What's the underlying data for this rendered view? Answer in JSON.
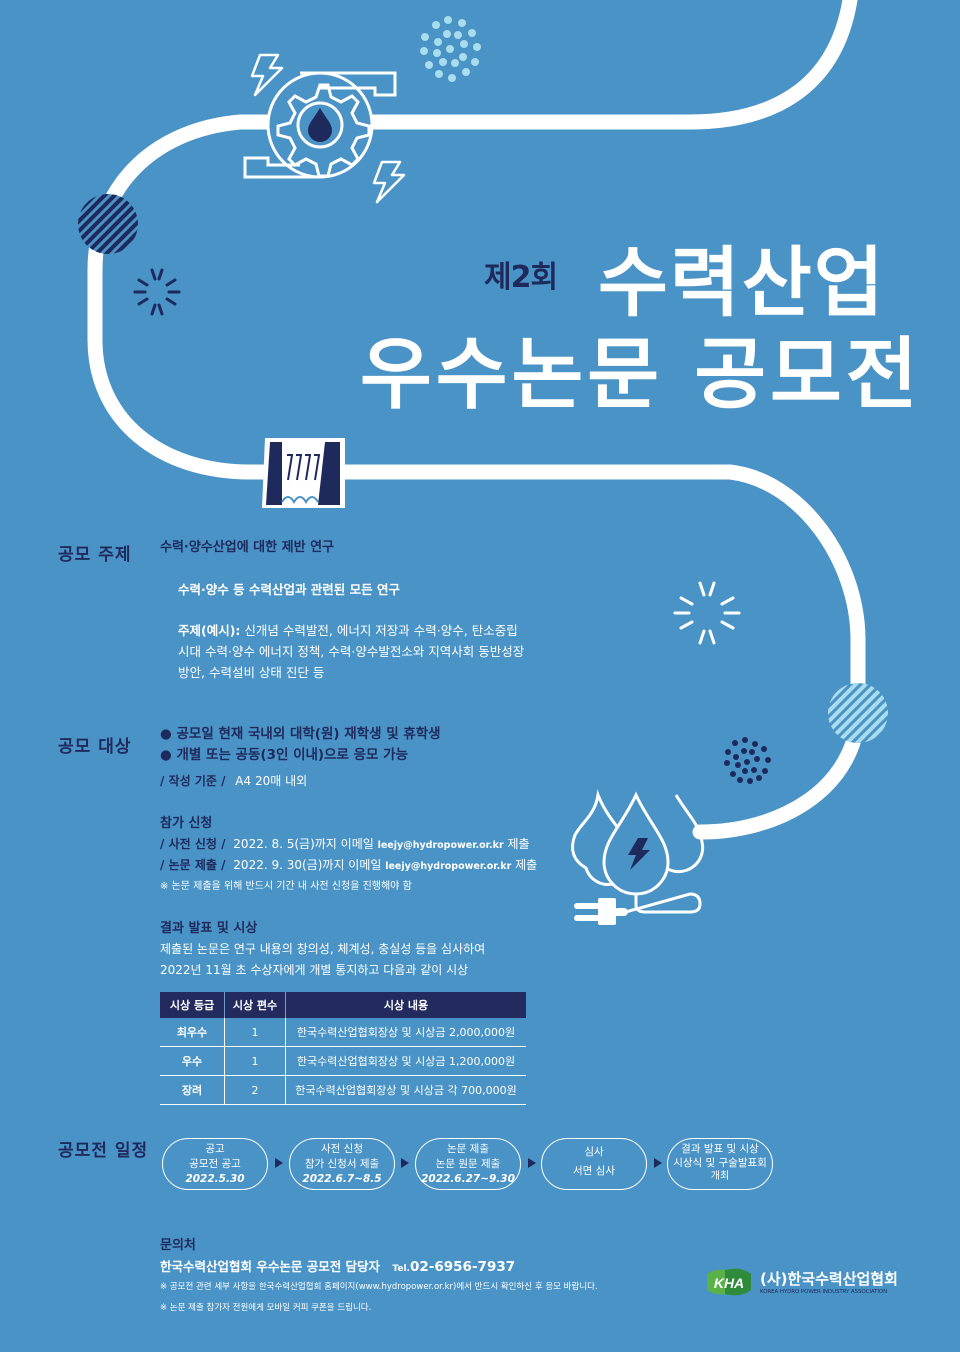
{
  "title": {
    "edition": "제2회",
    "line1": "수력산업",
    "line2": "우수논문 공모전"
  },
  "theme": {
    "background": "#4a93c7",
    "navy": "#1f2a5c",
    "light_cyan": "#a9dcec",
    "white": "#ffffff"
  },
  "topic": {
    "label": "공모 주제",
    "heading": "수력·양수산업에 대한 제반 연구",
    "scope": "수력·양수 등 수력산업과 관련된 모든 연구",
    "examples_label": "주제(예시):",
    "examples_lines": [
      " 신개념 수력발전, 에너지 저장과 수력·양수, 탄소중립",
      "시대 수력·양수 에너지 정책, 수력·양수발전소와 지역사회 동반성장",
      "방안, 수력설비 상태 진단 등"
    ]
  },
  "eligibility": {
    "label": "공모 대상",
    "bullets": [
      "● 공모일 현재 국내외 대학(원) 재학생 및 휴학생",
      "● 개별 또는 공동(3인 이내)으로 응모 가능"
    ],
    "format_label": "/ 작성 기준 /",
    "format_value": "A4 20매 내외"
  },
  "application": {
    "title": "참가 신청",
    "rows": [
      {
        "label": "/ 사전 신청 /",
        "value": "2022. 8. 5(금)까지 이메일 ",
        "email": "leejy@hydropower.or.kr",
        "suffix": " 제출"
      },
      {
        "label": "/ 논문 제출 /",
        "value": "2022. 9. 30(금)까지 이메일 ",
        "email": "leejy@hydropower.or.kr",
        "suffix": " 제출"
      }
    ],
    "note": "※ 논문 제출을 위해 반드시 기간 내 사전 신청을 진행해야 함"
  },
  "results": {
    "title": "결과 발표 및 시상",
    "desc_lines": [
      "제출된 논문은 연구 내용의 창의성, 체계성, 충실성 등을 심사하여",
      "2022년 11월 초 수상자에게 개별 통지하고 다음과 같이 시상"
    ],
    "table": {
      "headers": [
        "시상 등급",
        "시상 편수",
        "시상 내용"
      ],
      "rows": [
        [
          "최우수",
          "1",
          "한국수력산업협회장상 및 시상금 2,000,000원"
        ],
        [
          "우수",
          "1",
          "한국수력산업협회장상 및 시상금 1,200,000원"
        ],
        [
          "장려",
          "2",
          "한국수력산업협회장상 및 시상금 각 700,000원"
        ]
      ]
    }
  },
  "schedule": {
    "label": "공모전 일정",
    "steps": [
      {
        "title": "공고",
        "desc": "공모전 공고",
        "date": "2022.5.30"
      },
      {
        "title": "사전 신청",
        "desc": "참가 신청서 제출",
        "date": "2022.6.7~8.5"
      },
      {
        "title": "논문 제출",
        "desc": "논문 원문 제출",
        "date": "2022.6.27~9.30"
      },
      {
        "title": "심사",
        "desc": "서면 심사",
        "date": ""
      },
      {
        "title": "결과 발표 및 시상",
        "desc": "시상식 및 구술발표회",
        "date": "개최"
      }
    ]
  },
  "contact": {
    "title": "문의처",
    "main": "한국수력산업협회 우수논문 공모전 담당자",
    "tel_prefix": "Tel.",
    "tel": "02-6956-7937",
    "notes": [
      "※ 공모전 관련 세부 사항을 한국수력산업협회 홈페이지(www.hydropower.or.kr)에서 반드시 확인하신 후 응모 바랍니다.",
      "※ 논문 제출 참가자 전원에게 모바일 커피 쿠폰을 드립니다."
    ]
  },
  "logo": {
    "badge": "KHA",
    "name": "(사)한국수력산업협회",
    "english": "KOREA HYDRO POWER INDUSTRY ASSOCIATION"
  },
  "icons": [
    "turbine-gear-icon",
    "lightning-icon",
    "dam-icon",
    "water-drops-plug-icon",
    "sunburst-icon",
    "dot-cluster-icon",
    "striped-circle-icon"
  ]
}
